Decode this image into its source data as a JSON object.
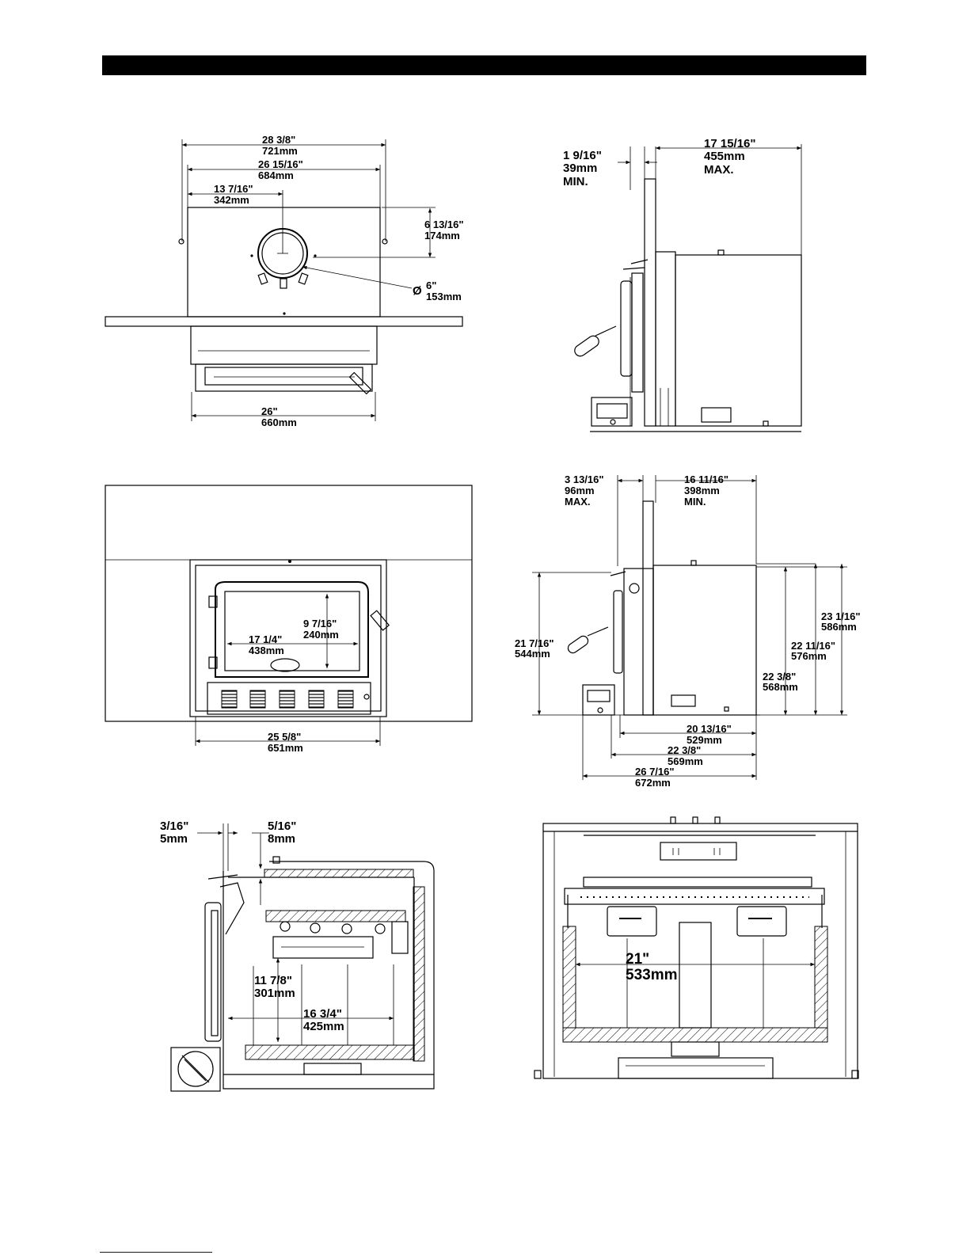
{
  "colors": {
    "ink": "#000000",
    "paper": "#ffffff",
    "footer_rule": "#0000cc"
  },
  "views": {
    "top_view": {
      "width_total": "28 3/8\"",
      "width_total_mm": "721mm",
      "width_plate": "26 15/16\"",
      "width_plate_mm": "684mm",
      "flue_offset_x": "13 7/16\"",
      "flue_offset_x_mm": "342mm",
      "flue_offset_y": "6 13/16\"",
      "flue_offset_y_mm": "174mm",
      "flue_diameter": "6\"",
      "flue_diameter_mm": "153mm",
      "diameter_symbol": "Ø",
      "base_width": "26\"",
      "base_width_mm": "660mm"
    },
    "side_view_top": {
      "min_gap": "1 9/16\"",
      "min_gap_mm": "39mm",
      "min_label": "MIN.",
      "max_depth": "17 15/16\"",
      "max_depth_mm": "455mm",
      "max_label": "MAX."
    },
    "front_view": {
      "glass_height": "9 7/16\"",
      "glass_height_mm": "240mm",
      "glass_width": "17 1/4\"",
      "glass_width_mm": "438mm",
      "base_width": "25 5/8\"",
      "base_width_mm": "651mm"
    },
    "side_view_mid": {
      "front_max": "3 13/16\"",
      "front_max_mm": "96mm",
      "max_label": "MAX.",
      "rear_min": "16 11/16\"",
      "rear_min_mm": "398mm",
      "min_label": "MIN.",
      "height_front": "21 7/16\"",
      "height_front_mm": "544mm",
      "height_total": "23 1/16\"",
      "height_total_mm": "586mm",
      "height_body": "22 11/16\"",
      "height_body_mm": "576mm",
      "height_box": "22 3/8\"",
      "height_box_mm": "568mm",
      "depth_body": "20 13/16\"",
      "depth_body_mm": "529mm",
      "depth_mid": "22 3/8\"",
      "depth_mid_mm": "569mm",
      "depth_total": "26 7/16\"",
      "depth_total_mm": "672mm"
    },
    "section_side": {
      "gap_a": "3/16\"",
      "gap_a_mm": "5mm",
      "gap_b": "5/16\"",
      "gap_b_mm": "8mm",
      "firebox_height": "11 7/8\"",
      "firebox_height_mm": "301mm",
      "firebox_depth": "16 3/4\"",
      "firebox_depth_mm": "425mm"
    },
    "section_front": {
      "firebox_width": "21\"",
      "firebox_width_mm": "533mm"
    }
  }
}
